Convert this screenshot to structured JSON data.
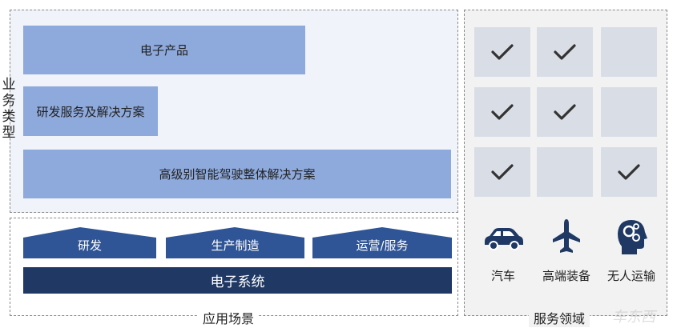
{
  "business_types": {
    "label": "业务类型",
    "bars": [
      "电子产品",
      "研发服务及解决方案",
      "高级别智能驾驶整体解决方案"
    ]
  },
  "application_scenarios": {
    "stages": [
      "研发",
      "生产制造",
      "运营/服务"
    ],
    "system": "电子系统",
    "caption": "应用场景"
  },
  "service_domains": {
    "caption": "服务领域",
    "grid": [
      [
        true,
        true,
        false
      ],
      [
        true,
        true,
        false
      ],
      [
        true,
        false,
        true
      ]
    ],
    "columns": [
      {
        "label": "汽车",
        "icon": "car-icon"
      },
      {
        "label": "高端装备",
        "icon": "airplane-icon"
      },
      {
        "label": "无人运输",
        "icon": "ai-head-icon"
      }
    ]
  },
  "watermark": "车东西",
  "colors": {
    "bar": "#8ea9db",
    "stage": "#2f5597",
    "system": "#203864",
    "cell": "#d9dde6",
    "icon": "#1f3864"
  }
}
